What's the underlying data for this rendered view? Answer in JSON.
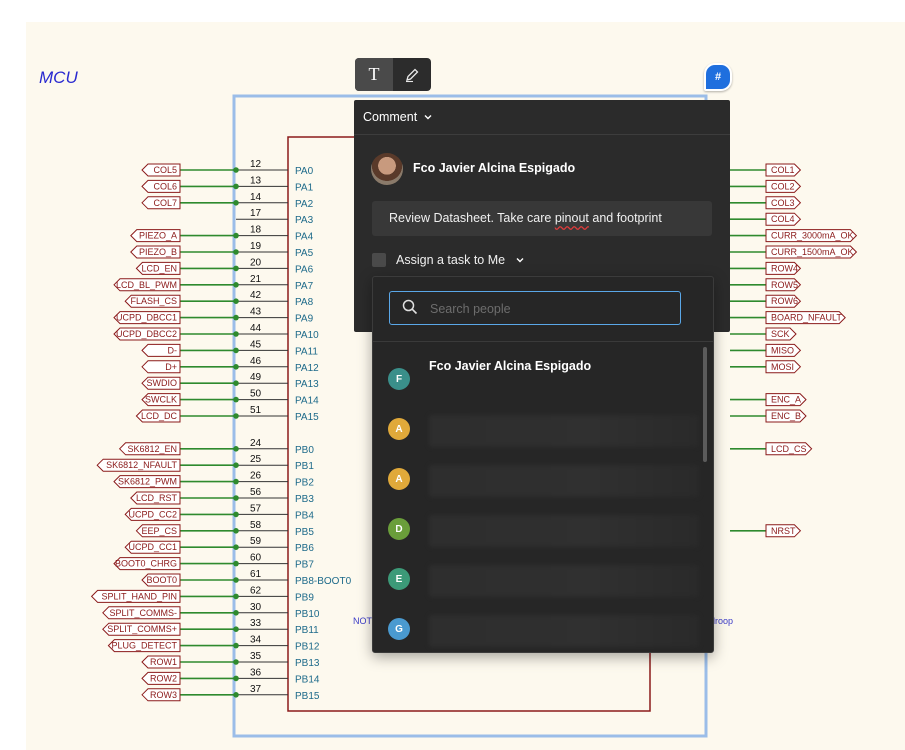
{
  "schematic": {
    "title": "MCU",
    "left_nets": [
      "COL5",
      "COL6",
      "COL7",
      "",
      "PIEZO_A",
      "PIEZO_B",
      "LCD_EN",
      "LCD_BL_PWM",
      "FLASH_CS",
      "UCPD_DBCC1",
      "UCPD_DBCC2",
      "D-",
      "D+",
      "SWDIO",
      "SWCLK",
      "LCD_DC",
      "",
      "SK6812_EN",
      "SK6812_NFAULT",
      "SK6812_PWM",
      "LCD_RST",
      "UCPD_CC2",
      "EEP_CS",
      "UCPD_CC1",
      "BOOT0_CHRG",
      "BOOT0",
      "SPLIT_HAND_PIN",
      "SPLIT_COMMS-",
      "SPLIT_COMMS+",
      "PLUG_DETECT",
      "ROW1",
      "ROW2",
      "ROW3"
    ],
    "pin_numbers": [
      "12",
      "13",
      "14",
      "17",
      "18",
      "19",
      "20",
      "21",
      "42",
      "43",
      "44",
      "45",
      "46",
      "49",
      "50",
      "51",
      "",
      "24",
      "25",
      "26",
      "56",
      "57",
      "58",
      "59",
      "60",
      "61",
      "62",
      "30",
      "33",
      "34",
      "35",
      "36",
      "37"
    ],
    "port_names": [
      "PA0",
      "PA1",
      "PA2",
      "PA3",
      "PA4",
      "PA5",
      "PA6",
      "PA7",
      "PA8",
      "PA9",
      "PA10",
      "PA11",
      "PA12",
      "PA13",
      "PA14",
      "PA15",
      "",
      "PB0",
      "PB1",
      "PB2",
      "PB3",
      "PB4",
      "PB5",
      "PB6",
      "PB7",
      "PB8-BOOT0",
      "PB9",
      "PB10",
      "PB11",
      "PB12",
      "PB13",
      "PB14",
      "PB15"
    ],
    "right_nets": [
      "COL1",
      "COL2",
      "COL3",
      "COL4",
      "CURR_3000mA_OK",
      "CURR_1500mA_OK",
      "ROW4",
      "ROW5",
      "ROW6",
      "BOARD_NFAULT",
      "SCK",
      "MISO",
      "MOSI",
      "",
      "ENC_A",
      "ENC_B",
      "",
      "LCD_CS",
      "",
      "",
      "",
      "",
      "NRST"
    ],
    "note_left": "NOT",
    "note_right": "droop"
  },
  "toolbar": {
    "text_tool_icon": "text-icon",
    "pen_tool_icon": "pen-icon"
  },
  "pin_marker": {
    "label": "#"
  },
  "comment": {
    "header_label": "Comment",
    "author_name": "Fco Javier Alcina Espigado",
    "text_before": "Review Datasheet. Take care ",
    "text_misspelled": "pinout",
    "text_after": " and footprint",
    "assign_label": "Assign a task to Me"
  },
  "people_search": {
    "placeholder": "Search people",
    "people": [
      {
        "initial": "F",
        "name": "Fco Javier Alcina Espigado",
        "color": "#3a8f8a"
      },
      {
        "initial": "A",
        "name": "",
        "color": "#e0a93a"
      },
      {
        "initial": "A",
        "name": "",
        "color": "#e0a93a"
      },
      {
        "initial": "D",
        "name": "",
        "color": "#6a9e3a"
      },
      {
        "initial": "E",
        "name": "",
        "color": "#3c9a78"
      },
      {
        "initial": "G",
        "name": "",
        "color": "#4a9ad0"
      }
    ]
  },
  "colors": {
    "wire": "#2e8a2e",
    "net_label": "#8b1a1a",
    "chip_outline": "#9bbde8",
    "accent": "#1f6fde"
  }
}
